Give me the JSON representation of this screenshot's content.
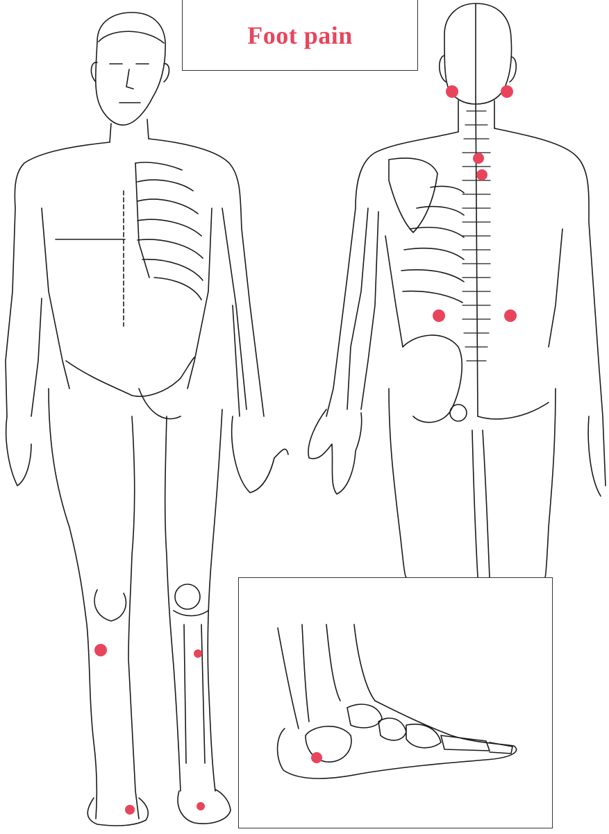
{
  "title": {
    "text": "Foot pain"
  },
  "colors": {
    "point": "#e8455c",
    "line": "#1a1a1a",
    "accent_text": "#e8455c"
  },
  "figures": {
    "front": {
      "name": "front-view-figure"
    },
    "back": {
      "name": "back-view-figure"
    },
    "inset": {
      "name": "foot-inset"
    }
  }
}
